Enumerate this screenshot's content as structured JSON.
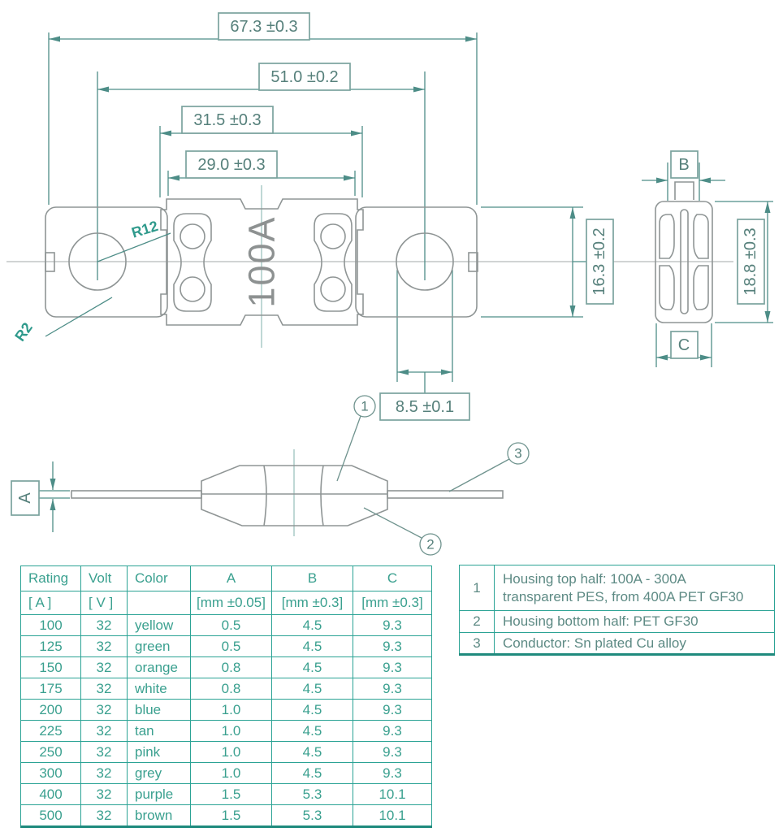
{
  "drawing": {
    "amp_marking": "100A",
    "dims": {
      "total_width": "67.3 ±0.3",
      "hole_spacing": "51.0 ±0.2",
      "housing_outer": "31.5 ±0.3",
      "housing_inner": "29.0 ±0.3",
      "pad_height": "16.3 ±0.2",
      "hole_dia": "8.5 ±0.1",
      "end_height": "18.8 ±0.3",
      "dim_a": "A",
      "dim_b": "B",
      "dim_c": "C",
      "radius_hole": "R12",
      "radius_corner": "R2"
    },
    "callouts": {
      "one": "1",
      "two": "2",
      "three": "3"
    }
  },
  "ratings_table": {
    "headers": [
      "Rating",
      "Volt",
      "Color",
      "A",
      "B",
      "C"
    ],
    "units": [
      "[ A ]",
      "[ V ]",
      "",
      "[mm ±0.05]",
      "[mm ±0.3]",
      "[mm ±0.3]"
    ],
    "rows": [
      [
        "100",
        "32",
        "yellow",
        "0.5",
        "4.5",
        "9.3"
      ],
      [
        "125",
        "32",
        "green",
        "0.5",
        "4.5",
        "9.3"
      ],
      [
        "150",
        "32",
        "orange",
        "0.8",
        "4.5",
        "9.3"
      ],
      [
        "175",
        "32",
        "white",
        "0.8",
        "4.5",
        "9.3"
      ],
      [
        "200",
        "32",
        "blue",
        "1.0",
        "4.5",
        "9.3"
      ],
      [
        "225",
        "32",
        "tan",
        "1.0",
        "4.5",
        "9.3"
      ],
      [
        "250",
        "32",
        "pink",
        "1.0",
        "4.5",
        "9.3"
      ],
      [
        "300",
        "32",
        "grey",
        "1.0",
        "4.5",
        "9.3"
      ],
      [
        "400",
        "32",
        "purple",
        "1.5",
        "5.3",
        "10.1"
      ],
      [
        "500",
        "32",
        "brown",
        "1.5",
        "5.3",
        "10.1"
      ]
    ]
  },
  "legend_table": {
    "rows": [
      {
        "num": "1",
        "desc_line1": "Housing top half: 100A - 300A",
        "desc_line2": "transparent PES, from 400A PET GF30"
      },
      {
        "num": "2",
        "desc": "Housing bottom half: PET GF30"
      },
      {
        "num": "3",
        "desc": "Conductor: Sn plated Cu alloy"
      }
    ]
  },
  "colors": {
    "table_border": "#2ba395",
    "table_text": "#3aa08f",
    "legend_text": "#5d8a84",
    "dim_line": "#4d8d87",
    "dim_text": "#56807b",
    "part_outline": "#8f9595",
    "centerline": "#7fb0ab",
    "background": "#ffffff"
  }
}
